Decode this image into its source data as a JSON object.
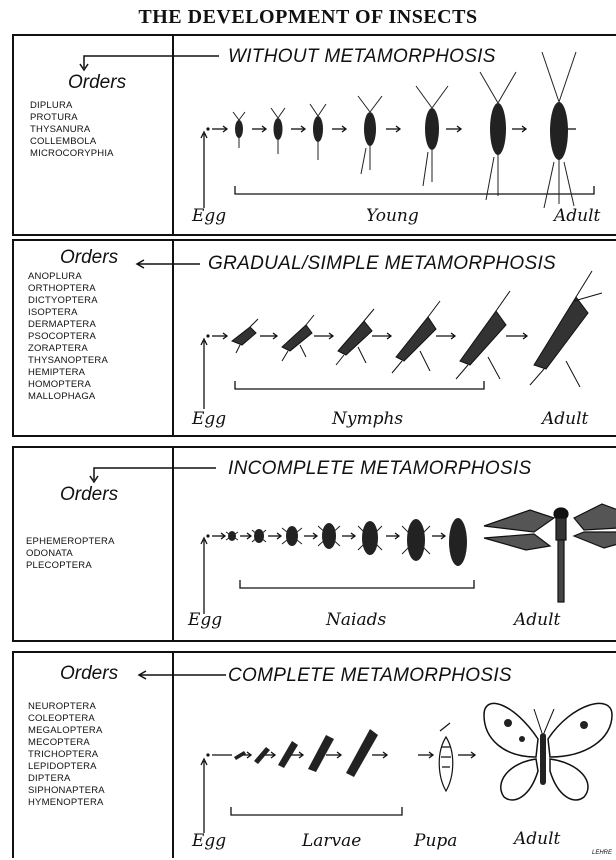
{
  "title": "THE DEVELOPMENT OF INSECTS",
  "panels": [
    {
      "heading": "WITHOUT METAMORPHOSIS",
      "orders_label": "Orders",
      "orders": [
        "DIPLURA",
        "PROTURA",
        "THYSANURA",
        "COLLEMBOLA",
        "MICROCORYPHIA"
      ],
      "stages": [
        "Egg",
        "Young",
        "Adult"
      ]
    },
    {
      "heading": "GRADUAL/SIMPLE METAMORPHOSIS",
      "orders_label": "Orders",
      "orders": [
        "ANOPLURA",
        "ORTHOPTERA",
        "DICTYOPTERA",
        "ISOPTERA",
        "DERMAPTERA",
        "PSOCOPTERA",
        "ZORAPTERA",
        "THYSANOPTERA",
        "HEMIPTERA",
        "HOMOPTERA",
        "MALLOPHAGA"
      ],
      "stages": [
        "Egg",
        "Nymphs",
        "Adult"
      ]
    },
    {
      "heading": "INCOMPLETE METAMORPHOSIS",
      "orders_label": "Orders",
      "orders": [
        "EPHEMEROPTERA",
        "ODONATA",
        "PLECOPTERA"
      ],
      "stages": [
        "Egg",
        "Naiads",
        "Adult"
      ]
    },
    {
      "heading": "COMPLETE METAMORPHOSIS",
      "orders_label": "Orders",
      "orders": [
        "NEUROPTERA",
        "COLEOPTERA",
        "MEGALOPTERA",
        "MECOPTERA",
        "TRICHOPTERA",
        "LEPIDOPTERA",
        "DIPTERA",
        "SIPHONAPTERA",
        "HYMENOPTERA"
      ],
      "stages": [
        "Egg",
        "Larvae",
        "Pupa",
        "Adult"
      ]
    }
  ]
}
